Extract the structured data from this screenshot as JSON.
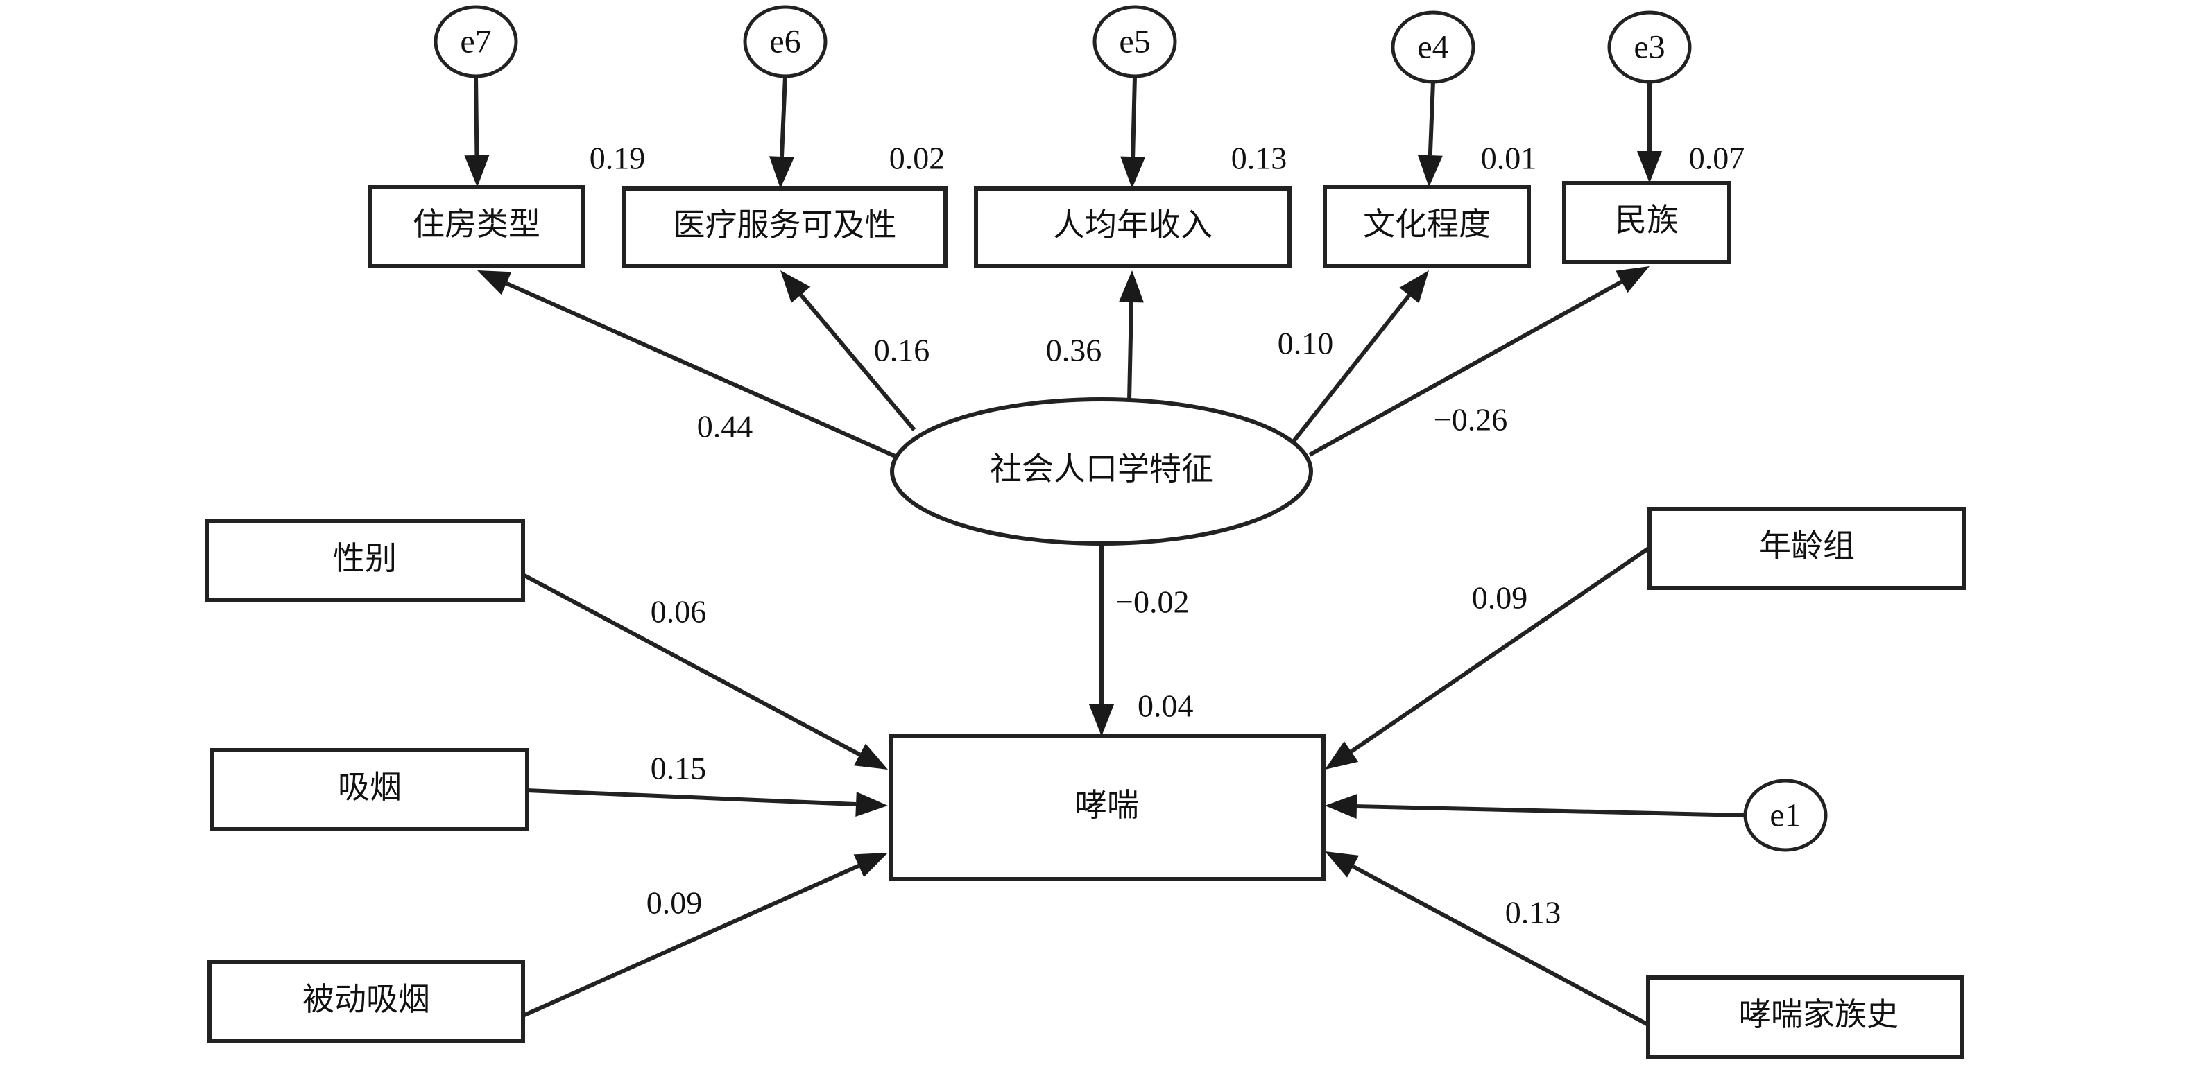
{
  "diagram": {
    "title": "",
    "type": "structural-equation-model",
    "latent": {
      "id": "demo",
      "label": "社会人口学特征"
    },
    "outcome": {
      "id": "wheeze",
      "label": "哮喘",
      "r2": "0.04"
    },
    "indicators": [
      {
        "id": "housing",
        "label": "住房类型",
        "loading": "0.44",
        "r2": "0.19",
        "error": "e7"
      },
      {
        "id": "medical",
        "label": "医疗服务可及性",
        "loading": "0.16",
        "r2": "0.02",
        "error": "e6"
      },
      {
        "id": "income",
        "label": "人均年收入",
        "loading": "0.36",
        "r2": "0.13",
        "error": "e5"
      },
      {
        "id": "education",
        "label": "文化程度",
        "loading": "0.10",
        "r2": "0.01",
        "error": "e4"
      },
      {
        "id": "ethnicity",
        "label": "民族",
        "loading": "−0.26",
        "r2": "0.07",
        "error": "e3"
      }
    ],
    "predictors": [
      {
        "id": "sex",
        "label": "性别",
        "coef": "0.06"
      },
      {
        "id": "smoking",
        "label": "吸烟",
        "coef": "0.15"
      },
      {
        "id": "passive",
        "label": "被动吸烟",
        "coef": "0.09"
      },
      {
        "id": "agegroup",
        "label": "年龄组",
        "coef": "0.09"
      },
      {
        "id": "family",
        "label": "哮喘家族史",
        "coef": "0.13"
      }
    ],
    "latent_to_outcome_coef": "−0.02",
    "outcome_error": "e1"
  }
}
